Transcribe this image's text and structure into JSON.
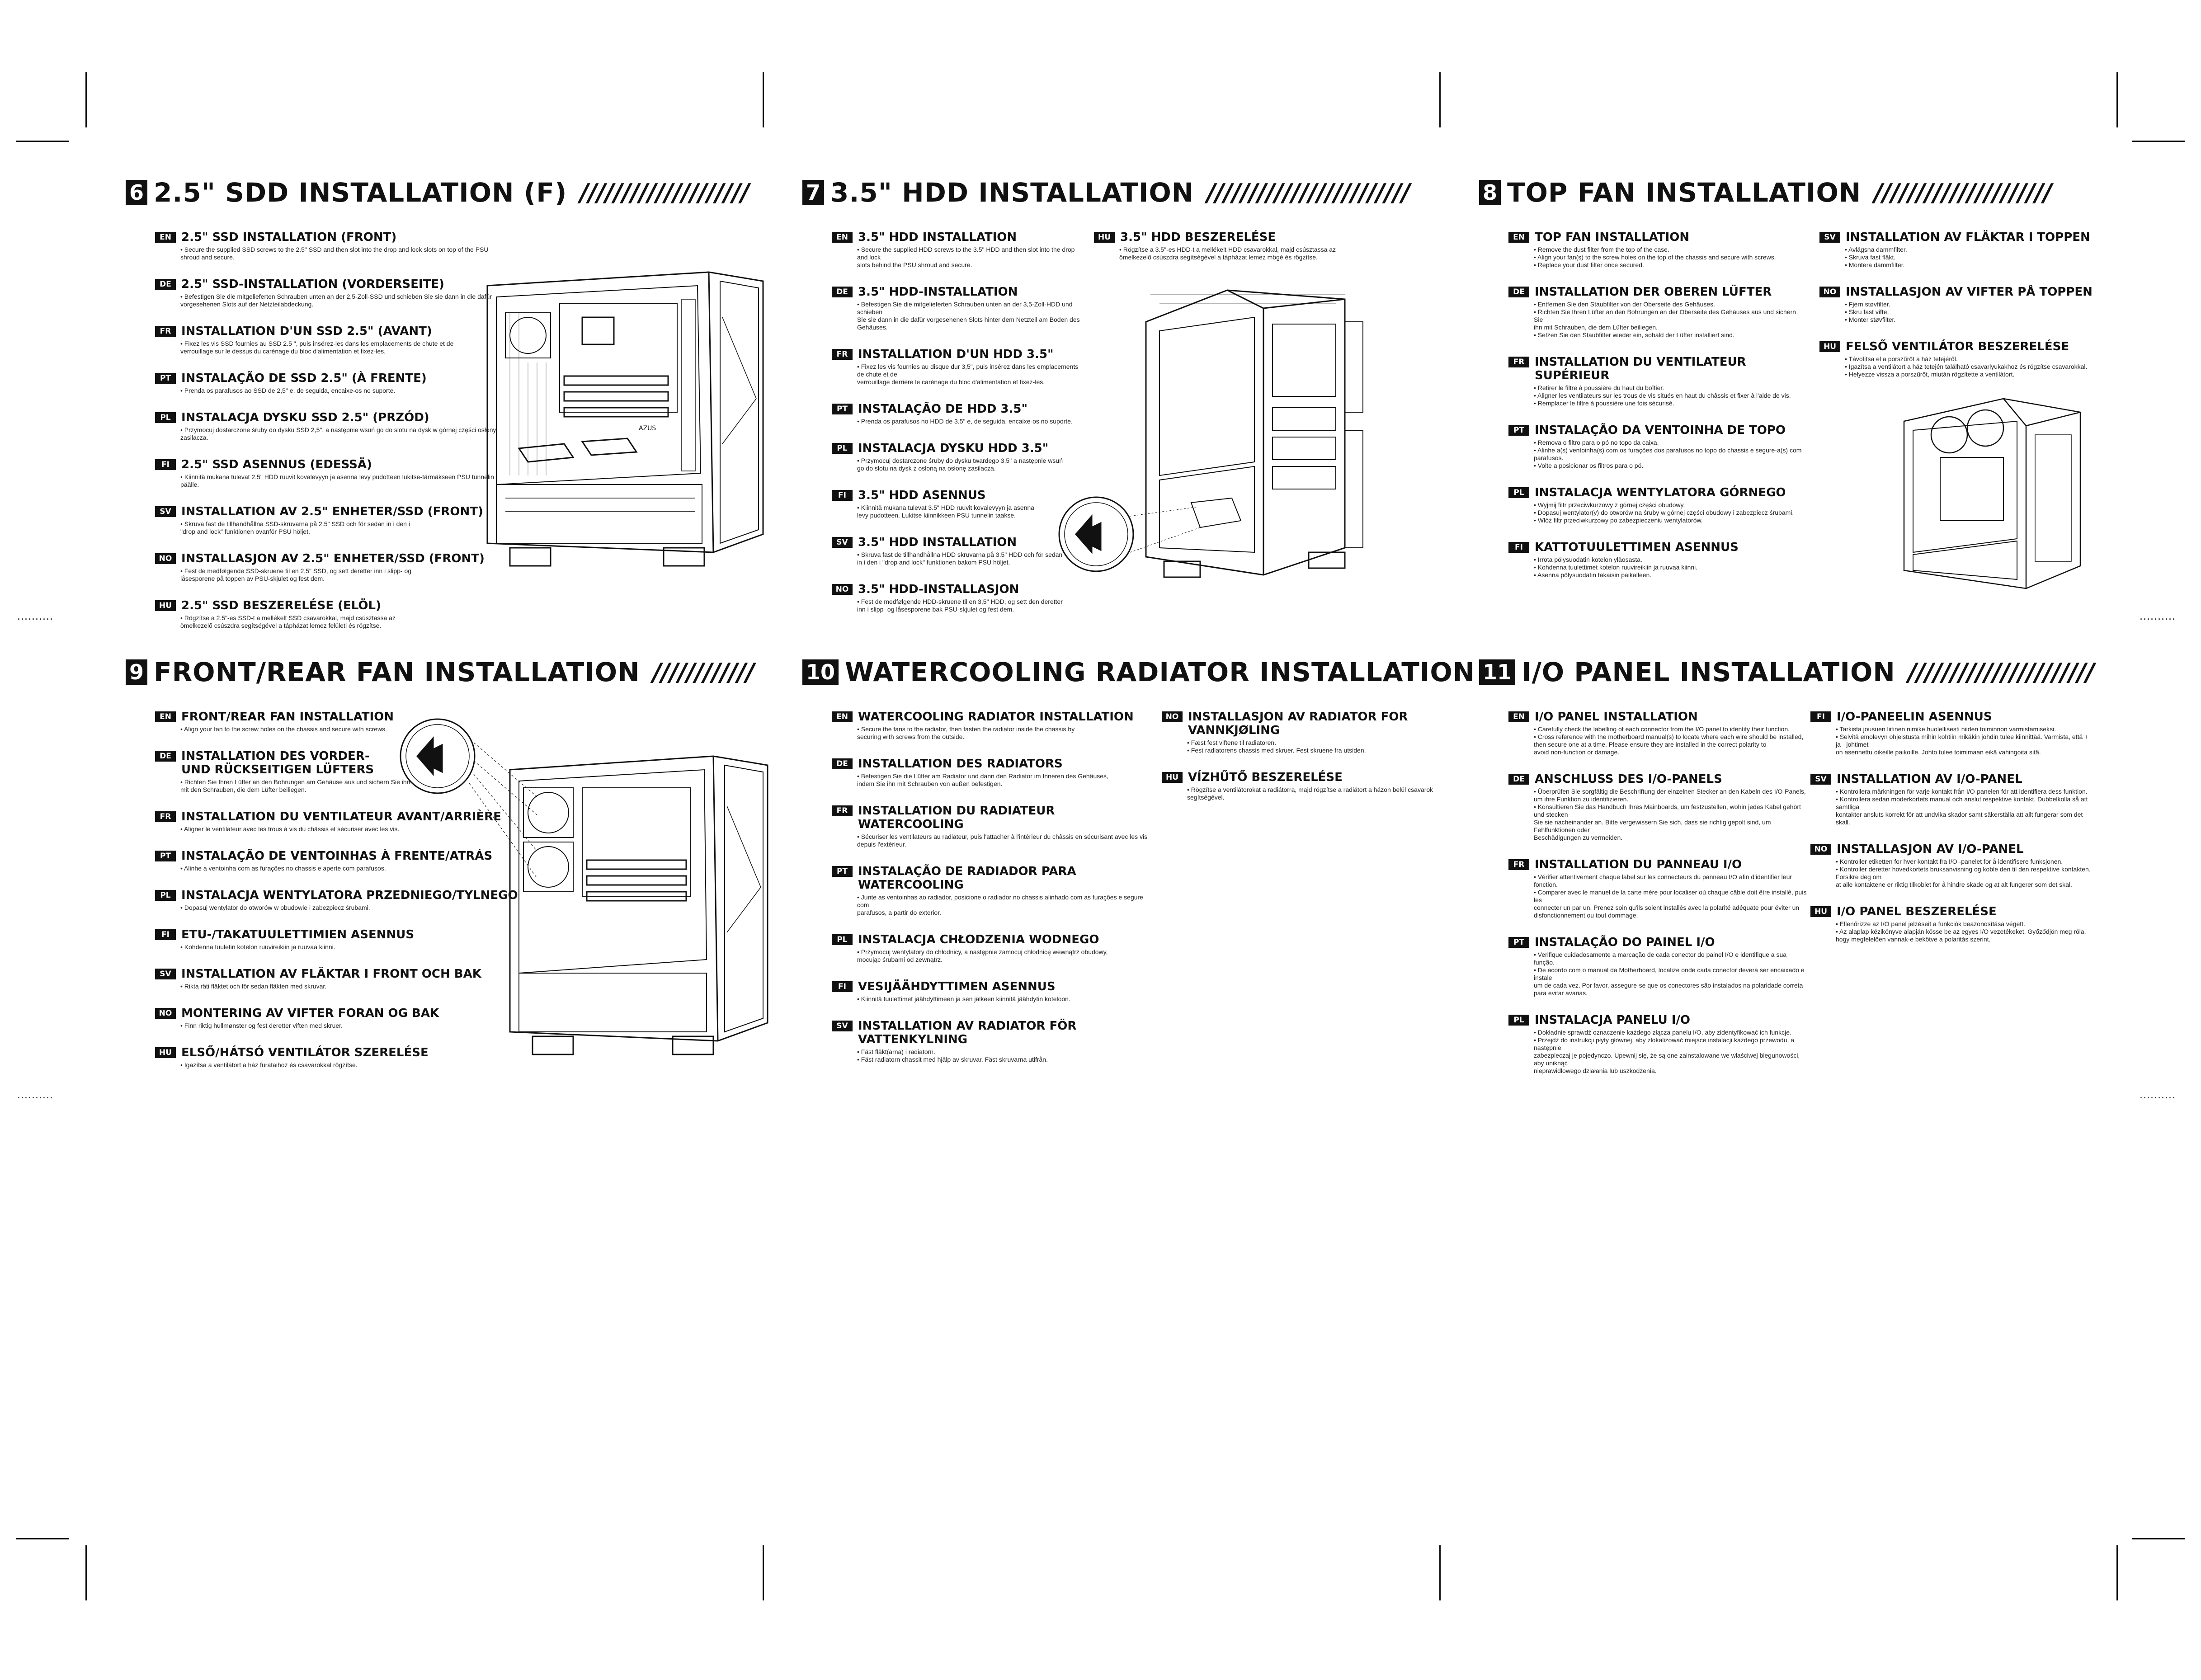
{
  "sections": [
    {
      "number": "6",
      "title": "2.5\" SDD INSTALLATION (F)",
      "hatch": "////////////////////",
      "col1": [
        {
          "code": "EN",
          "title": "2.5\" SSD INSTALLATION (FRONT)",
          "body": [
            "• Secure the supplied SSD screws to the 2.5\" SSD and then slot into the drop and lock slots on top of the PSU shroud and secure."
          ]
        },
        {
          "code": "DE",
          "title": "2.5\" SSD-INSTALLATION (VORDERSEITE)",
          "body": [
            "• Befestigen Sie die mitgelieferten Schrauben unten an der 2,5-Zoll-SSD und schieben Sie sie dann in die dafür",
            "vorgesehenen Slots auf der Netzteilabdeckung."
          ]
        },
        {
          "code": "FR",
          "title": "INSTALLATION D'UN SSD 2.5\" (AVANT)",
          "body": [
            "• Fixez les vis SSD fournies au SSD 2.5 \", puis insérez-les dans les emplacements de chute et de",
            "verrouillage sur le dessus du carénage du bloc d'alimentation et fixez-les."
          ]
        },
        {
          "code": "PT",
          "title": "INSTALAÇÃO DE SSD 2.5\" (À FRENTE)",
          "body": [
            "• Prenda os parafusos ao SSD de 2,5\" e, de seguida, encaixe-os no suporte."
          ]
        },
        {
          "code": "PL",
          "title": "INSTALACJA DYSKU SSD 2.5\" (PRZÓD)",
          "body": [
            "• Przymocuj dostarczone śruby do dysku SSD 2,5\", a następnie wsuń go do slotu na dysk w górnej części osłony zasilacza."
          ]
        },
        {
          "code": "FI",
          "title": "2.5\" SSD ASENNUS (EDESSÄ)",
          "body": [
            "• Kiinnitä mukana tulevat 2.5\" HDD ruuvit kovalevyyn ja asenna levy pudotteen lukitse-tärmäkseen PSU tunnelin päälle."
          ]
        },
        {
          "code": "SV",
          "title": "INSTALLATION AV 2.5\" ENHETER/SSD (FRONT)",
          "body": [
            "• Skruva fast de tillhandhållna SSD-skruvarna på 2.5\" SSD och för sedan in i den i",
            "\"drop and lock\" funktionen ovanför PSU höljet."
          ]
        },
        {
          "code": "NO",
          "title": "INSTALLASJON AV 2.5\" ENHETER/SSD (FRONT)",
          "body": [
            "• Fest de medfølgende SSD-skruene til en 2,5\" SSD, og sett deretter inn i slipp- og",
            "låsesporene på toppen av PSU-skjulet og fest dem."
          ]
        },
        {
          "code": "HU",
          "title": "2.5\" SSD BESZERELÉSE (ELÖL)",
          "body": [
            "• Rögzítse a 2.5\"-es SSD-t a mellékelt SSD csavarokkal, majd csúsztassa az",
            "ömelkezelő csúszdra segítségével a tápházat lemez felületi és rögzítse."
          ]
        }
      ],
      "col2": []
    },
    {
      "number": "7",
      "title": "3.5\" HDD INSTALLATION",
      "hatch": "////////////////////////",
      "col1": [
        {
          "code": "EN",
          "title": "3.5\" HDD INSTALLATION",
          "body": [
            "• Secure the supplied HDD screws to the 3.5\" HDD and then slot into the drop and lock",
            "slots behind the PSU shroud and secure."
          ]
        },
        {
          "code": "DE",
          "title": "3.5\" HDD-INSTALLATION",
          "body": [
            "• Befestigen Sie die mitgelieferten Schrauben unten an der 3,5-Zoll-HDD und schieben",
            "Sie sie dann in die dafür vorgesehenen Slots hinter dem Netzteil am Boden des Gehäuses."
          ]
        },
        {
          "code": "FR",
          "title": "INSTALLATION D'UN HDD 3.5\"",
          "body": [
            "• Fixez les vis fournies au disque dur 3,5\", puis insérez dans les emplacements de chute et de",
            "verrouillage derrière le carénage du bloc d'alimentation et fixez-les."
          ]
        },
        {
          "code": "PT",
          "title": "INSTALAÇÃO DE HDD 3.5\"",
          "body": [
            "• Prenda os parafusos no HDD de 3.5\" e, de seguida, encaixe-os no suporte."
          ]
        },
        {
          "code": "PL",
          "title": "INSTALACJA DYSKU HDD 3.5\"",
          "body": [
            "• Przymocuj dostarczone śruby do dysku twardego 3,5\" a następnie wsuń",
            "go do slotu na dysk z osłoną na osłonę zasilacza."
          ]
        },
        {
          "code": "FI",
          "title": "3.5\" HDD ASENNUS",
          "body": [
            "• Kiinnitä mukana tulevat 3.5\" HDD ruuvit kovalevyyn ja asenna",
            "levy pudotteen. Lukitse kiinnikkeen PSU tunnelin taakse."
          ]
        },
        {
          "code": "SV",
          "title": "3.5\" HDD INSTALLATION",
          "body": [
            "• Skruva fast de tillhandhållna HDD skruvarna på 3.5\" HDD och för sedan",
            "in i den i \"drop and lock\" funktionen bakom PSU höljet."
          ]
        },
        {
          "code": "NO",
          "title": "3.5\" HDD-INSTALLASJON",
          "body": [
            "• Fest de medfølgende HDD-skruene til en 3,5\" HDD, og sett den deretter",
            "inn i slipp- og låsesporene bak PSU-skjulet og fest dem."
          ]
        }
      ],
      "col2": [
        {
          "code": "HU",
          "title": "3.5\" HDD BESZERELÉSE",
          "body": [
            "• Rögzítse a 3.5\"-es HDD-t a mellékelt HDD csavarokkal, majd csúsztassa az",
            "ömelkezelő csúszdra segítségével a tápházat lemez mögé és rögzítse."
          ]
        }
      ]
    },
    {
      "number": "8",
      "title": "TOP FAN INSTALLATION",
      "hatch": "/////////////////////",
      "col1": [
        {
          "code": "EN",
          "title": "TOP FAN INSTALLATION",
          "body": [
            "• Remove the dust filter from the top of the case.",
            "• Align your fan(s) to the screw holes on the top of the chassis and secure with screws.",
            "• Replace your dust filter once secured."
          ]
        },
        {
          "code": "DE",
          "title": "INSTALLATION DER OBEREN LÜFTER",
          "body": [
            "• Entfernen Sie den Staubfilter von der Oberseite des Gehäuses.",
            "• Richten Sie Ihren Lüfter an den Bohrungen an der Oberseite des Gehäuses aus und sichern Sie",
            "ihn mit Schrauben, die dem Lüfter beiliegen.",
            "• Setzen Sie den Staubfilter wieder ein, sobald der Lüfter installiert sind."
          ]
        },
        {
          "code": "FR",
          "title": "INSTALLATION DU VENTILATEUR SUPÉRIEUR",
          "body": [
            "• Retirer le filtre à poussière du haut du boîtier.",
            "• Aligner les ventilateurs sur les trous de vis situés en haut du châssis et fixer à l'aide de vis.",
            "• Remplacer le filtre à poussière une fois sécurisé."
          ]
        },
        {
          "code": "PT",
          "title": "INSTALAÇÃO DA VENTOINHA DE TOPO",
          "body": [
            "• Remova o filtro para o pó no topo da caixa.",
            "• Alinhe a(s) ventoinha(s) com os furações dos parafusos no topo do chassis e segure-a(s) com parafusos.",
            "• Volte a posicionar os filtros para o pó."
          ]
        },
        {
          "code": "PL",
          "title": "INSTALACJA WENTYLATORA GÓRNEGO",
          "body": [
            "• Wyjmij filtr przeciwkurzowy z górnej części obudowy.",
            "• Dopasuj wentylator(y) do otworów na śruby w górnej części obudowy i zabezpiecz śrubami.",
            "• Włóż filtr przeciwkurzowy po zabezpieczeniu wentylatorów."
          ]
        },
        {
          "code": "FI",
          "title": "KATTOTUULETTIMEN ASENNUS",
          "body": [
            "• Irrota pölysuodatin kotelon yläosasta.",
            "• Kohdenna tuulettimet kotelon ruuvireikiin ja ruuvaa kiinni.",
            "• Asenna pölysuodatin takaisin paikalleen."
          ]
        }
      ],
      "col2": [
        {
          "code": "SV",
          "title": "INSTALLATION AV FLÄKTAR I TOPPEN",
          "body": [
            "• Avlägsna dammfilter.",
            "• Skruva fast fläkt.",
            "• Montera dammfilter."
          ]
        },
        {
          "code": "NO",
          "title": "INSTALLASJON AV VIFTER PÅ TOPPEN",
          "body": [
            "• Fjern støvfilter.",
            "• Skru fast vifte.",
            "• Monter støvfilter."
          ]
        },
        {
          "code": "HU",
          "title": "FELSŐ VENTILÁTOR BESZERELÉSE",
          "body": [
            "• Távolítsa el a porszűrőt a ház tetejéről.",
            "• Igazítsa a ventilátort a ház tetején található csavarlyukakhoz és rögzítse csavarokkal.",
            "• Helyezze vissza a porszűrőt, miután rögzítette a ventilátort."
          ]
        }
      ]
    },
    {
      "number": "9",
      "title": "FRONT/REAR FAN INSTALLATION",
      "hatch": "////////////",
      "col1": [
        {
          "code": "EN",
          "title": "FRONT/REAR FAN INSTALLATION",
          "body": [
            "• Align your fan to the screw holes on the chassis and secure with screws."
          ]
        },
        {
          "code": "DE",
          "title": "INSTALLATION DES VORDER-\nUND RÜCKSEITIGEN LÜFTERS",
          "body": [
            "• Richten Sie Ihren Lüfter an den Bohrungen am Gehäuse aus und sichern Sie ihn",
            "mit den Schrauben, die dem Lüfter beiliegen."
          ]
        },
        {
          "code": "FR",
          "title": "INSTALLATION DU VENTILATEUR AVANT/ARRIÈRE",
          "body": [
            "• Aligner le ventilateur avec les trous à vis du châssis et sécuriser avec les vis."
          ]
        },
        {
          "code": "PT",
          "title": "INSTALAÇÃO DE VENTOINHAS À FRENTE/ATRÁS",
          "body": [
            "• Alinhe a ventoinha com as furações no chassis e aperte com parafusos."
          ]
        },
        {
          "code": "PL",
          "title": "INSTALACJA WENTYLATORA PRZEDNIEGO/TYLNEGO",
          "body": [
            "• Dopasuj wentylator do otworów w obudowie i zabezpiecz śrubami."
          ]
        },
        {
          "code": "FI",
          "title": "ETU-/TAKATUULETTIMIEN ASENNUS",
          "body": [
            "• Kohdenna tuuletin kotelon ruuvireikiin ja ruuvaa kiinni."
          ]
        },
        {
          "code": "SV",
          "title": "INSTALLATION AV FLÄKTAR I FRONT OCH BAK",
          "body": [
            "• Rikta räti fläktet och för sedan fläkten med skruvar."
          ]
        },
        {
          "code": "NO",
          "title": "MONTERING AV VIFTER FORAN OG BAK",
          "body": [
            "• Finn riktig hullmønster og fest deretter viften med skruer."
          ]
        },
        {
          "code": "HU",
          "title": "ELSŐ/HÁTSÓ VENTILÁTOR SZERELÉSE",
          "body": [
            "• Igazítsa a ventilátort a ház furataihoz és csavarokkal rögzítse."
          ]
        }
      ],
      "col2": []
    },
    {
      "number": "10",
      "title": "WATERCOOLING RADIATOR INSTALLATION",
      "hatch": "//",
      "col1": [
        {
          "code": "EN",
          "title": "WATERCOOLING RADIATOR INSTALLATION",
          "body": [
            "• Secure the fans to the radiator, then fasten the radiator inside the chassis by",
            "securing with screws from the outside."
          ]
        },
        {
          "code": "DE",
          "title": "INSTALLATION DES RADIATORS",
          "body": [
            "• Befestigen Sie die Lüfter am Radiator und dann den Radiator im Inneren des Gehäuses,",
            "indem Sie ihn mit Schrauben von außen befestigen."
          ]
        },
        {
          "code": "FR",
          "title": "INSTALLATION DU RADIATEUR\nWATERCOOLING",
          "body": [
            "• Sécuriser les ventilateurs au radiateur, puis l'attacher à l'intérieur du châssis en sécurisant avec les vis depuis l'extérieur."
          ]
        },
        {
          "code": "PT",
          "title": "INSTALAÇÃO DE RADIADOR PARA\nWATERCOOLING",
          "body": [
            "• Junte as ventoinhas ao radiador, posicione o radiador no chassis alinhado com as furações e segure com",
            "parafusos, a partir do exterior."
          ]
        },
        {
          "code": "PL",
          "title": "INSTALACJA CHŁODZENIA WODNEGO",
          "body": [
            "• Przymocuj wentylatory do chłodnicy, a następnie zamocuj chłodnicę wewnątrz obudowy,",
            "mocując śrubami od zewnątrz."
          ]
        },
        {
          "code": "FI",
          "title": "VESIJÄÄHDYTTIMEN ASENNUS",
          "body": [
            "• Kiinnitä tuulettimet jäähdyttimeen ja sen jälkeen kiinnitä jäähdytin koteloon."
          ]
        },
        {
          "code": "SV",
          "title": "INSTALLATION AV RADIATOR FÖR\nVATTENKYLNING",
          "body": [
            "• Fäst fläkt(arna) i radiatorn.",
            "• Fäst radiatorn chassit med hjälp av skruvar. Fäst skruvarna utifrån."
          ]
        }
      ],
      "col2": [
        {
          "code": "NO",
          "title": "INSTALLASJON AV RADIATOR FOR\nVANNKJØLING",
          "body": [
            "• Fæst fest viftene til radiatoren.",
            "• Fest radiatorens chassis med skruer. Fest skruene fra utsiden."
          ]
        },
        {
          "code": "HU",
          "title": "VÍZHŰTŐ BESZERELÉSE",
          "body": [
            "• Rögzítse a ventilátorokat a radiátorra, majd rögzítse a radiátort a házon belül csavarok segítségével."
          ]
        }
      ]
    },
    {
      "number": "11",
      "title": "I/O PANEL INSTALLATION",
      "hatch": "//////////////////////",
      "col1": [
        {
          "code": "EN",
          "title": "I/O PANEL INSTALLATION",
          "body": [
            "• Carefully check the labelling of each connector from the I/O panel to identify their function.",
            "• Cross reference with the motherboard manual(s) to locate where each wire should be installed,",
            "then secure one at a time. Please ensure they are installed in the correct polarity to",
            "avoid non-function or damage."
          ]
        },
        {
          "code": "DE",
          "title": "ANSCHLUSS DES I/O-PANELS",
          "body": [
            "• Überprüfen Sie sorgfältig die Beschriftung der einzelnen Stecker an den Kabeln des I/O-Panels,",
            "um ihre Funktion zu identifizieren.",
            "• Konsultieren Sie das Handbuch Ihres Mainboards, um festzustellen, wohin jedes Kabel gehört und stecken",
            "Sie sie nacheinander an. Bitte vergewissern Sie sich, dass sie richtig gepolt sind, um Fehlfunktionen oder",
            "Beschädigungen zu vermeiden."
          ]
        },
        {
          "code": "FR",
          "title": "INSTALLATION DU PANNEAU I/O",
          "body": [
            "• Vérifier attentivement chaque label sur les connecteurs du panneau I/O afin d'identifier leur fonction.",
            "• Comparer avec le manuel de la carte mère pour localiser où chaque câble doit être installé, puis les",
            "connecter un par un. Prenez soin qu'ils soient installés avec la polarité adéquate pour éviter un",
            "disfonctionnement ou tout dommage."
          ]
        },
        {
          "code": "PT",
          "title": "INSTALAÇÃO DO PAINEL I/O",
          "body": [
            "• Verifique cuidadosamente a marcação de cada conector do painel I/O e identifique a sua função.",
            "• De acordo com o manual da Motherboard, localize onde cada conector deverá ser encaixado e instale",
            "um de cada vez. Por favor, assegure-se que os conectores são instalados na polaridade correta para evitar avarias."
          ]
        },
        {
          "code": "PL",
          "title": "INSTALACJA PANELU I/O",
          "body": [
            "• Dokładnie sprawdź oznaczenie każdego złącza panelu I/O, aby zidentyfikować ich funkcje.",
            "• Przejdź do instrukcji płyty głównej, aby zlokalizować miejsce instalacji każdego przewodu, a następnie",
            "zabezpieczaj je pojedynczo. Upewnij się, że są one zainstalowane we właściwej biegunowości, aby uniknąć",
            "nieprawidłowego działania lub uszkodzenia."
          ]
        }
      ],
      "col2": [
        {
          "code": "FI",
          "title": "I/O-PANEELIN ASENNUS",
          "body": [
            "• Tarkista jousuen liitinen nimike huolellisesti niiden toiminnon varmistamiseksi.",
            "• Selvitä emolevyn ohjeistusta mihin kohtiin mikäkin johdin tulee kiinnittää. Varmista, että + ja - johtimet",
            "on asennettu oikeille paikoille. Johto tulee toimimaan eikä vahingoita sitä."
          ]
        },
        {
          "code": "SV",
          "title": "INSTALLATION AV I/O-PANEL",
          "body": [
            "• Kontrollera märkningen för varje kontakt från I/O-panelen för att identifiera dess funktion.",
            "• Kontrollera sedan moderkortets manual och anslut respektive kontakt. Dubbelkolla så att samtliga",
            "kontakter ansluts korrekt för att undvika skador samt säkerställa att allt fungerar som det skall."
          ]
        },
        {
          "code": "NO",
          "title": "INSTALLASJON AV I/O-PANEL",
          "body": [
            "• Kontroller etiketten for hver kontakt fra I/O -panelet for å identifisere funksjonen.",
            "• Kontroller deretter hovedkortets bruksanvisning og koble den til den respektive kontakten. Forsikre deg om",
            "at alle kontaktene er riktig tilkoblet for å hindre skade og at alt fungerer som det skal."
          ]
        },
        {
          "code": "HU",
          "title": "I/O PANEL BESZERELÉSE",
          "body": [
            "• Ellenőrizze az I/O panel jelzéseit a funkciók beazonosítása végett.",
            "• Az alaplap kézikönyve alapján kösse be az egyes I/O vezetékeket. Győződjön meg róla,",
            "hogy megfelelően vannak-e bekötve a polaritás szerint."
          ]
        }
      ]
    }
  ],
  "brand_on_case": "AZUS"
}
